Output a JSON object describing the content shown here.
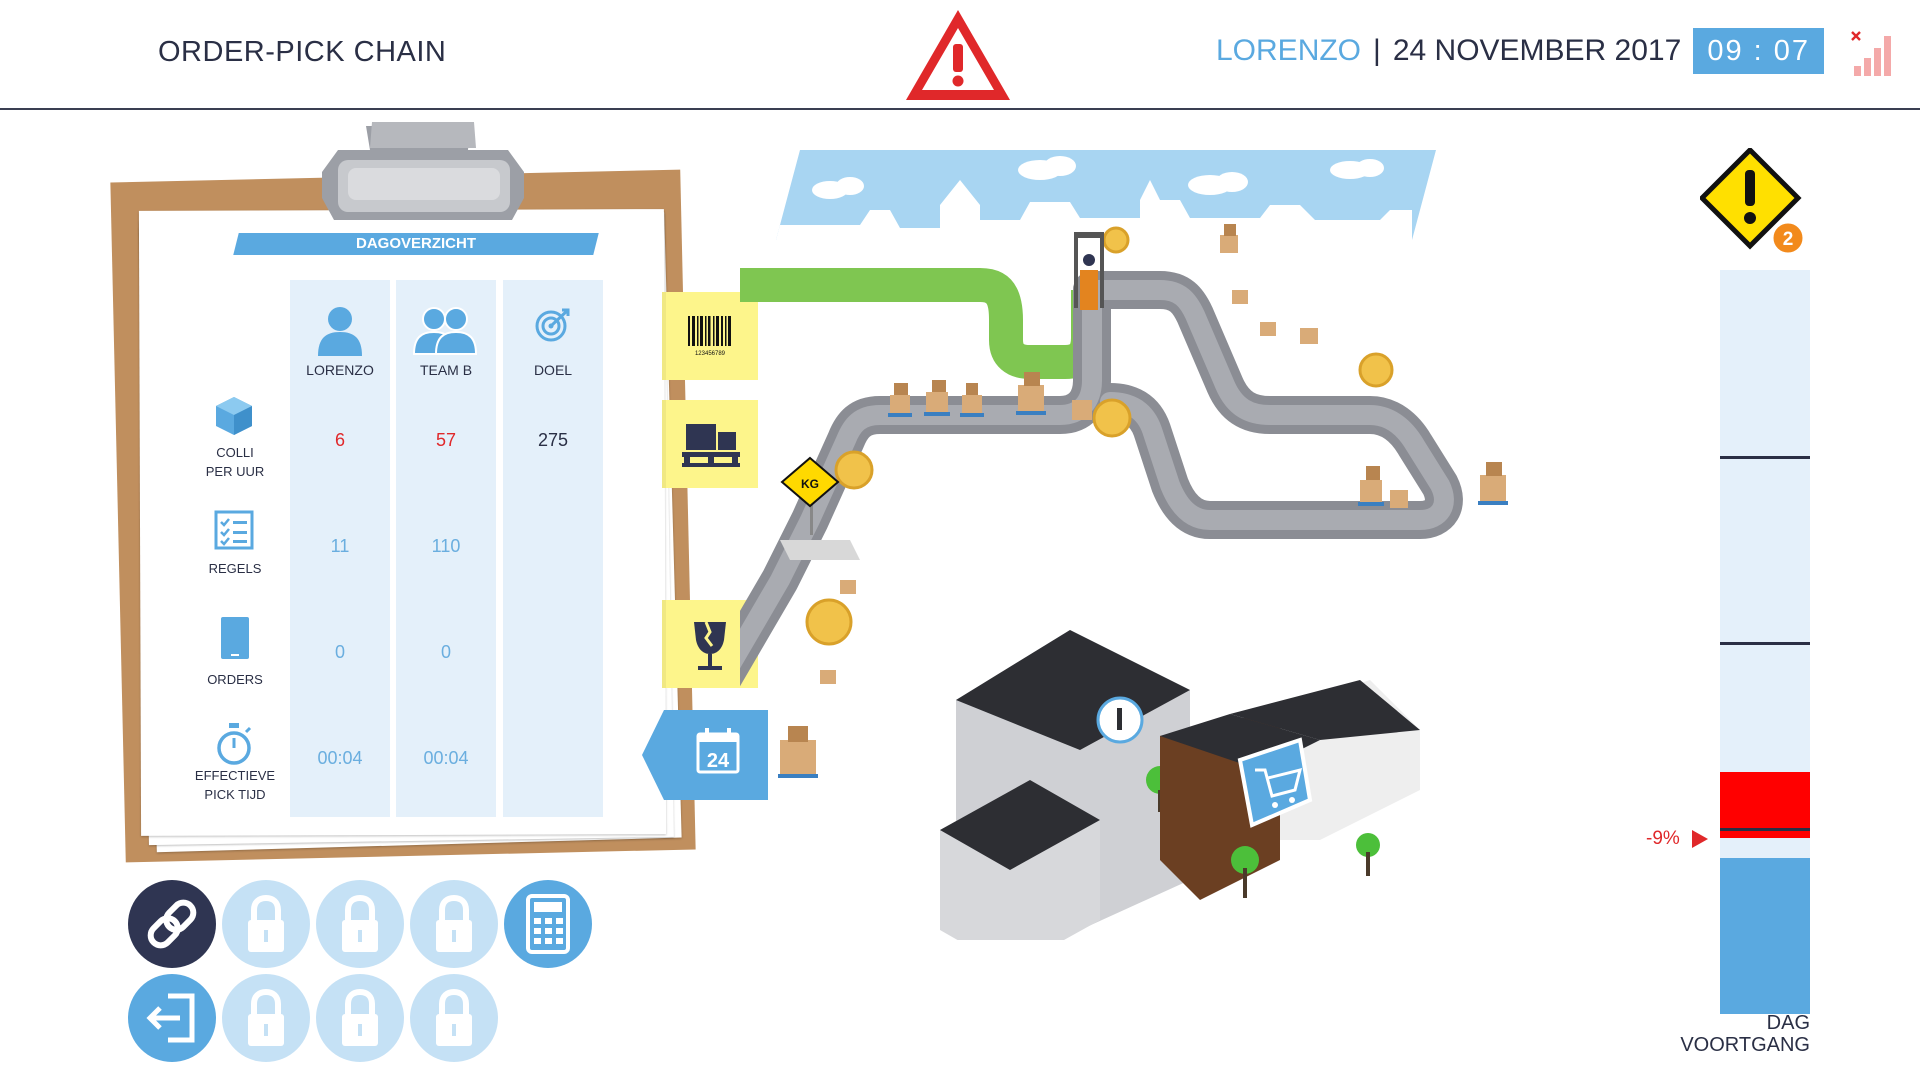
{
  "header": {
    "title": "ORDER-PICK CHAIN",
    "user": "LORENZO",
    "separator": "|",
    "date": "24 NOVEMBER 2017",
    "time": "09 : 07"
  },
  "colors": {
    "accent": "#5aa9e0",
    "dark": "#2f3552",
    "alert_red": "#e0282a",
    "warning_yellow": "#ffe000",
    "tab_yellow": "#fdf58b"
  },
  "overview": {
    "title": "DAGOVERZICHT",
    "columns": [
      {
        "label": "LORENZO",
        "icon": "user-icon"
      },
      {
        "label": "TEAM B",
        "icon": "team-icon"
      },
      {
        "label": "DOEL",
        "icon": "target-icon"
      }
    ],
    "rows": [
      {
        "label_1": "COLLI",
        "label_2": "PER UUR",
        "icon": "box-icon",
        "values": [
          "6",
          "57",
          "275"
        ]
      },
      {
        "label_1": "REGELS",
        "label_2": "",
        "icon": "checklist-icon",
        "values": [
          "11",
          "110",
          ""
        ]
      },
      {
        "label_1": "ORDERS",
        "label_2": "",
        "icon": "phone-icon",
        "values": [
          "0",
          "0",
          ""
        ]
      },
      {
        "label_1": "EFFECTIEVE",
        "label_2": "PICK TIJD",
        "icon": "stopwatch-icon",
        "values": [
          "00:04",
          "00:04",
          ""
        ]
      }
    ]
  },
  "side_tabs": {
    "barcode_digits": "123456789",
    "weight_sign": "KG",
    "calendar_day": "24"
  },
  "buttons": [
    {
      "name": "chain-button",
      "icon": "link-icon",
      "locked": false
    },
    {
      "name": "locked-button-1",
      "icon": "lock-icon",
      "locked": true
    },
    {
      "name": "locked-button-2",
      "icon": "lock-icon",
      "locked": true
    },
    {
      "name": "locked-button-3",
      "icon": "lock-icon",
      "locked": true
    },
    {
      "name": "calculator-button",
      "icon": "calculator-icon",
      "locked": false
    },
    {
      "name": "logout-button",
      "icon": "logout-icon",
      "locked": false
    },
    {
      "name": "locked-button-4",
      "icon": "lock-icon",
      "locked": true
    },
    {
      "name": "locked-button-5",
      "icon": "lock-icon",
      "locked": true
    },
    {
      "name": "locked-button-6",
      "icon": "lock-icon",
      "locked": true
    }
  ],
  "progress": {
    "alert_count": "2",
    "fill_fraction": 0.21,
    "delta": "-9%",
    "label_1": "DAG",
    "label_2": "VOORTGANG"
  }
}
